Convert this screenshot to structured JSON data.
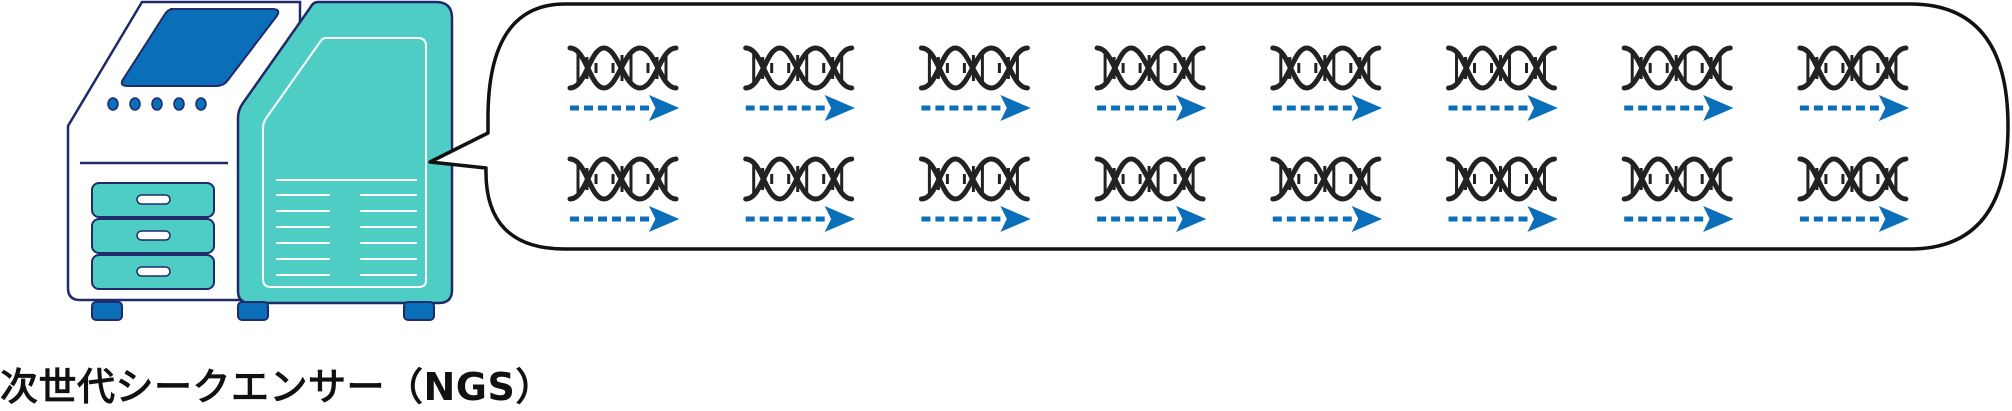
{
  "caption": "次世代シークエンサー（NGS）",
  "colors": {
    "machine_body": "#ffffff",
    "machine_outline": "#1f2a6b",
    "machine_panel": "#4ecdc4",
    "machine_screen": "#0a6fb8",
    "machine_feet": "#0a6fb8",
    "dna_stroke": "#222222",
    "read_arrow": "#0a6fb8",
    "bubble_outline": "#111111"
  },
  "icons": {
    "machine": "sequencer-machine-icon",
    "dna": "dna-double-helix-icon",
    "arrow": "dashed-right-arrow-icon"
  },
  "grid": {
    "rows": 2,
    "cols": 8
  }
}
